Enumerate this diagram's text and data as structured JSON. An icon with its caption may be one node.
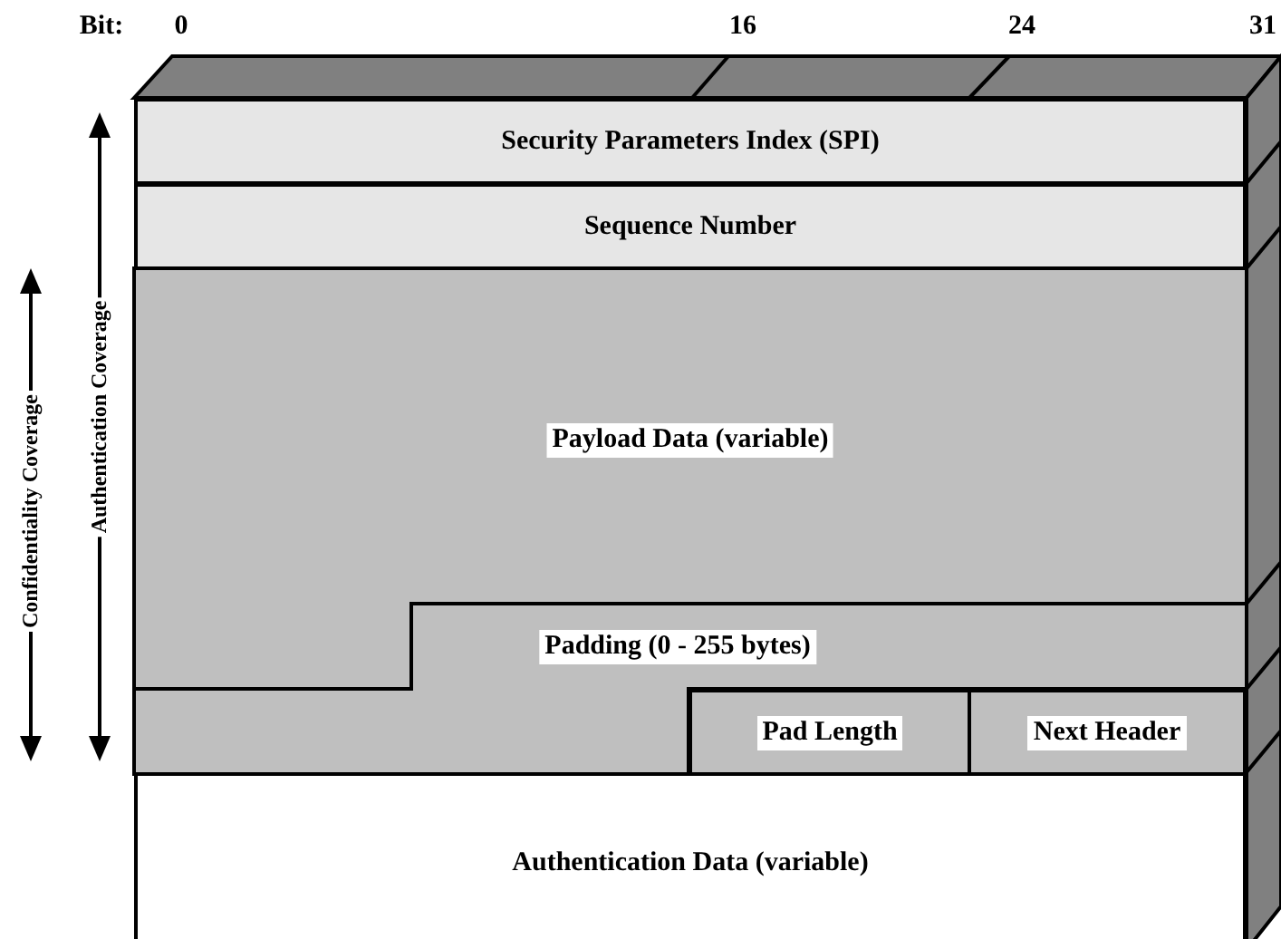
{
  "diagram": {
    "nodes": [
      {
        "text": [
          "Security Parameters Index (SPI)"
        ]
      },
      {
        "text": [
          "Sequence Number"
        ]
      },
      {
        "text": [
          "Payload Data (variable)"
        ]
      },
      {
        "text": [
          "Padding (0 - 255 bytes)"
        ]
      },
      {
        "text": [
          "Pad Length"
        ]
      },
      {
        "text": [
          "Next Header"
        ]
      },
      {
        "text": [
          "Authentication Data (variable)"
        ]
      }
    ],
    "labels": [
      "Bit:",
      "0",
      "16",
      "24",
      "31",
      "Authentication Coverage",
      "Confidentiality Coverage"
    ]
  }
}
